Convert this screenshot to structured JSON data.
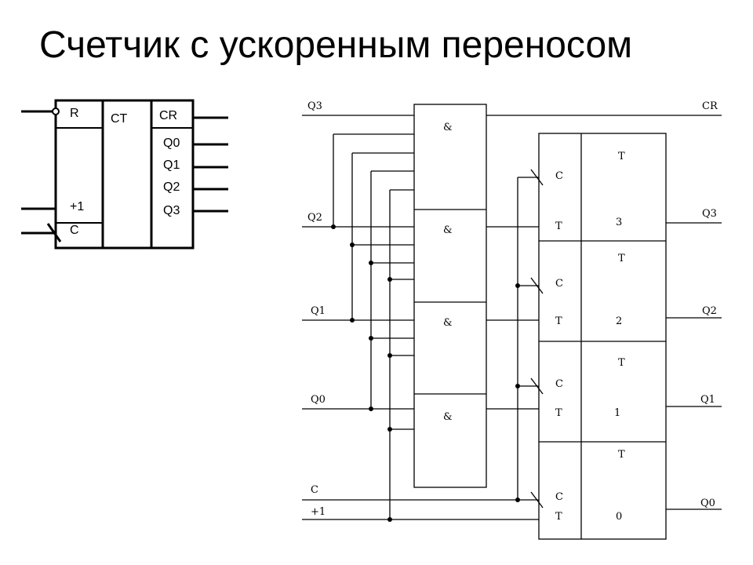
{
  "title": "Счетчик с ускоренным переносом",
  "symbol": {
    "reset": "R",
    "type": "CT",
    "carry": "CR",
    "outputs": [
      "Q0",
      "Q1",
      "Q2",
      "Q3"
    ],
    "plus_one": "+1",
    "clock": "C"
  },
  "circuit": {
    "inputs": [
      "Q3",
      "Q2",
      "Q1",
      "Q0",
      "C",
      "+1"
    ],
    "and_gate": "&",
    "trigger_labels": {
      "type": "T",
      "clock": "C",
      "toggle": "T"
    },
    "trigger_indices": [
      "3",
      "2",
      "1",
      "0"
    ],
    "outputs": [
      "CR",
      "Q3",
      "Q2",
      "Q1",
      "Q0"
    ]
  }
}
